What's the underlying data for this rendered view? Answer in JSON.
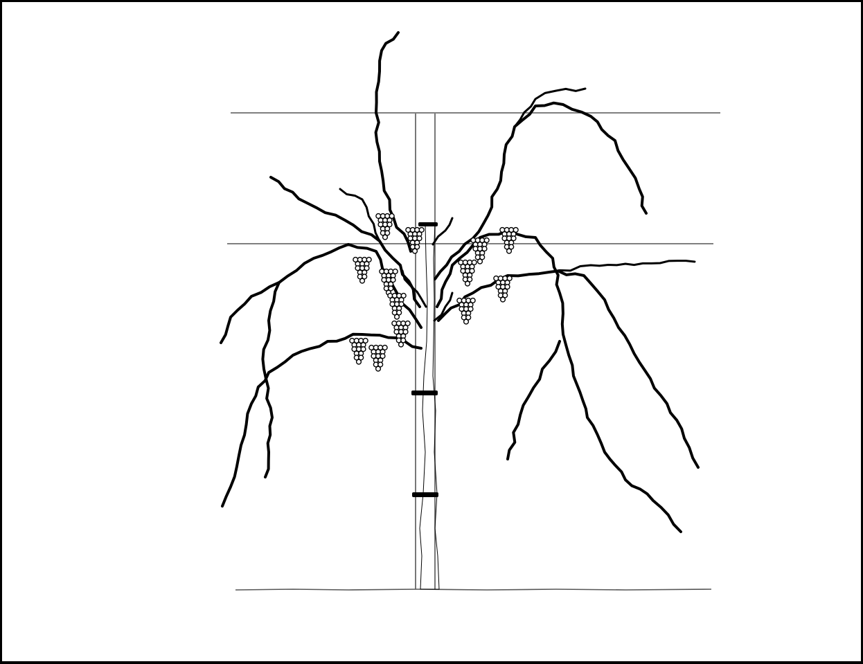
{
  "illustration": {
    "subject": "grapevine-on-trellis",
    "colors": {
      "ink": "#000000",
      "wire": "#555555",
      "background": "#ffffff",
      "frame": "#000000"
    },
    "elements": {
      "trellis_wires": 2,
      "ground_lines": 1,
      "support_stake": 1,
      "trunk_ties": 3,
      "grape_clusters": 13
    }
  }
}
